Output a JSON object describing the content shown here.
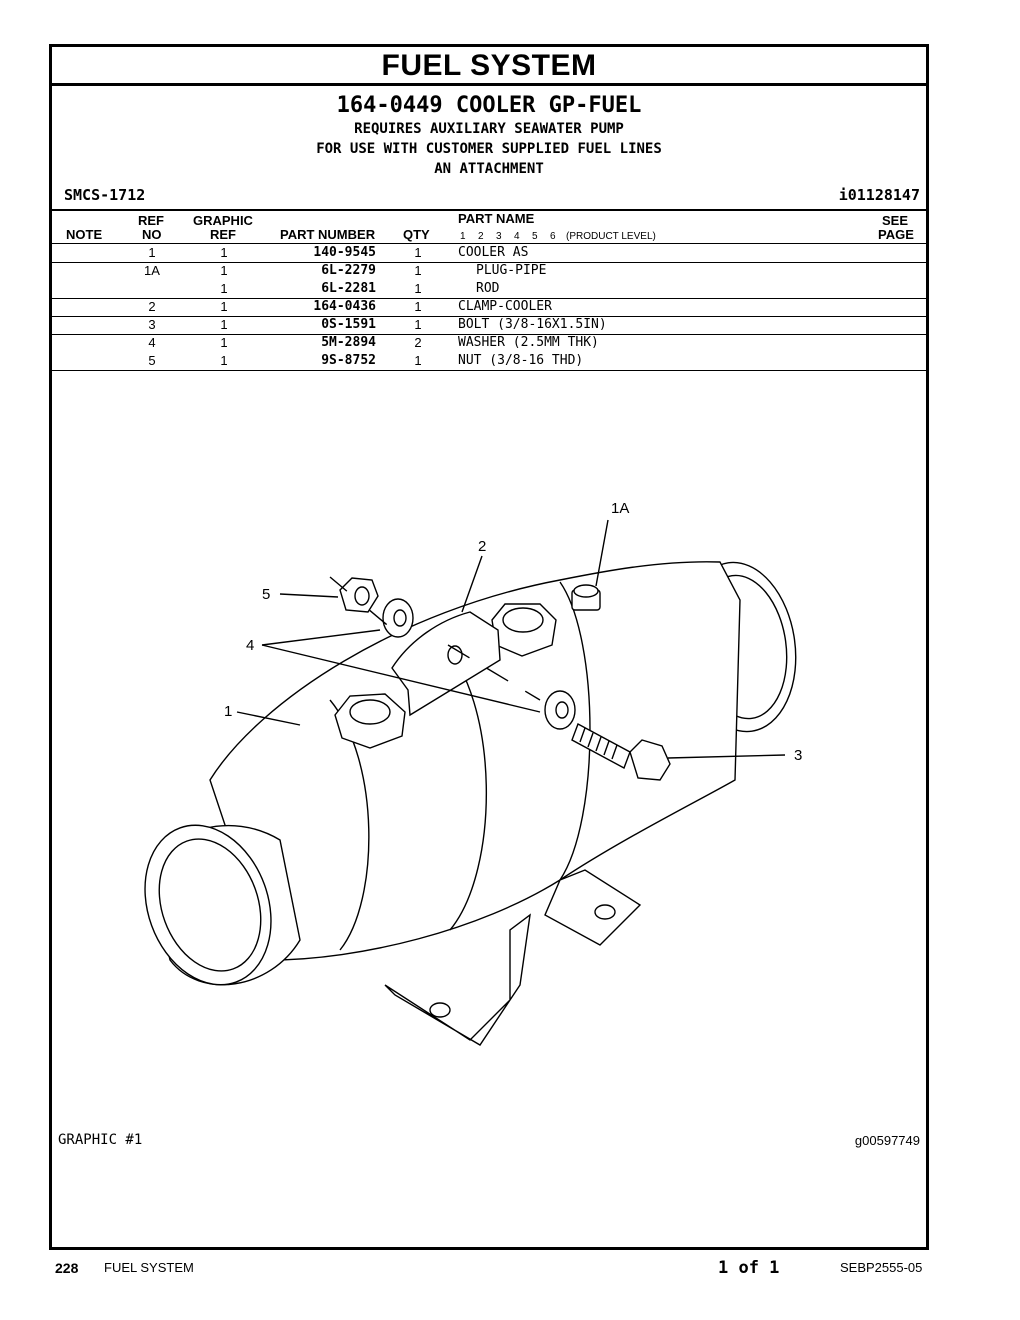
{
  "header": {
    "title": "FUEL SYSTEM",
    "group_title": "164-0449 COOLER GP-FUEL",
    "sub1": "REQUIRES AUXILIARY SEAWATER PUMP",
    "sub2": "FOR USE WITH CUSTOMER SUPPLIED FUEL LINES",
    "sub3": "AN ATTACHMENT",
    "smcs": "SMCS-1712",
    "ident": "i01128147"
  },
  "columns": {
    "note": "NOTE",
    "ref_top": "REF",
    "ref_bottom": "NO",
    "graphic_top": "GRAPHIC",
    "graphic_bottom": "REF",
    "part_number": "PART NUMBER",
    "qty": "QTY",
    "part_name": "PART NAME",
    "levels": [
      "1",
      "2",
      "3",
      "4",
      "5",
      "6"
    ],
    "product_level": "(PRODUCT LEVEL)",
    "see_top": "SEE",
    "see_bottom": "PAGE"
  },
  "rows": [
    {
      "ref": "1",
      "graphic": "1",
      "part_number": "140-9545",
      "qty": "1",
      "name": "COOLER AS"
    },
    {
      "ref": "1A",
      "graphic": "1",
      "part_number": "6L-2279",
      "qty": "1",
      "name": "PLUG-PIPE"
    },
    {
      "ref": "",
      "graphic": "1",
      "part_number": "6L-2281",
      "qty": "1",
      "name": "ROD"
    },
    {
      "ref": "2",
      "graphic": "1",
      "part_number": "164-0436",
      "qty": "1",
      "name": "CLAMP-COOLER"
    },
    {
      "ref": "3",
      "graphic": "1",
      "part_number": "0S-1591",
      "qty": "1",
      "name": "BOLT (3/8-16X1.5IN)"
    },
    {
      "ref": "4",
      "graphic": "1",
      "part_number": "5M-2894",
      "qty": "2",
      "name": "WASHER (2.5MM THK)"
    },
    {
      "ref": "5",
      "graphic": "1",
      "part_number": "9S-8752",
      "qty": "1",
      "name": "NUT (3/8-16 THD)"
    }
  ],
  "graphic": {
    "callouts": {
      "c1": "1",
      "c1a": "1A",
      "c2": "2",
      "c3": "3",
      "c4": "4",
      "c5": "5"
    },
    "label": "GRAPHIC #1",
    "id": "g00597749"
  },
  "footer": {
    "page_number": "228",
    "section": "FUEL SYSTEM",
    "page_of": "1 of 1",
    "doc_id": "SEBP2555-05"
  }
}
